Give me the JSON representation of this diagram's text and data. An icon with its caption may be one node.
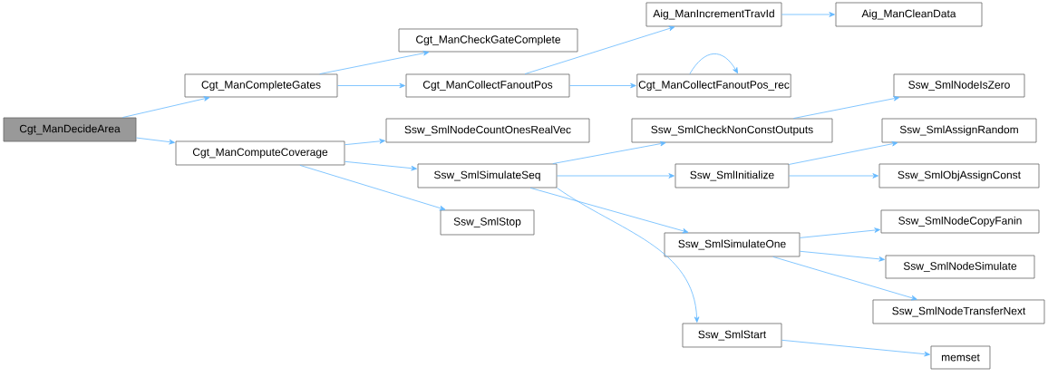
{
  "diagram": {
    "nodes": [
      {
        "text": [
          "Cgt_ManDecideArea"
        ]
      },
      {
        "text": [
          "Cgt_ManCompleteGates"
        ]
      },
      {
        "text": [
          "Cgt_ManComputeCoverage"
        ]
      },
      {
        "text": [
          "Cgt_ManCheckGateComplete"
        ]
      },
      {
        "text": [
          "Cgt_ManCollectFanoutPos"
        ]
      },
      {
        "text": [
          "Aig_ManIncrementTravId"
        ]
      },
      {
        "text": [
          "Aig_ManCleanData"
        ]
      },
      {
        "text": [
          "Cgt_ManCollectFanoutPos_rec"
        ]
      },
      {
        "text": [
          "Ssw_SmlNodeCountOnesRealVec"
        ]
      },
      {
        "text": [
          "Ssw_SmlSimulateSeq"
        ]
      },
      {
        "text": [
          "Ssw_SmlStop"
        ]
      },
      {
        "text": [
          "Ssw_SmlCheckNonConstOutputs"
        ]
      },
      {
        "text": [
          "Ssw_SmlNodeIsZero"
        ]
      },
      {
        "text": [
          "Ssw_SmlInitialize"
        ]
      },
      {
        "text": [
          "Ssw_SmlAssignRandom"
        ]
      },
      {
        "text": [
          "Ssw_SmlObjAssignConst"
        ]
      },
      {
        "text": [
          "Ssw_SmlSimulateOne"
        ]
      },
      {
        "text": [
          "Ssw_SmlNodeCopyFanin"
        ]
      },
      {
        "text": [
          "Ssw_SmlNodeSimulate"
        ]
      },
      {
        "text": [
          "Ssw_SmlNodeTransferNext"
        ]
      },
      {
        "text": [
          "Ssw_SmlStart"
        ]
      },
      {
        "text": [
          "memset"
        ]
      }
    ],
    "edges": [
      {
        "from": 0,
        "to": 1,
        "arrow": "to"
      },
      {
        "from": 0,
        "to": 2,
        "arrow": "to"
      },
      {
        "from": 1,
        "to": 3,
        "arrow": "to"
      },
      {
        "from": 1,
        "to": 4,
        "arrow": "to"
      },
      {
        "from": 4,
        "to": 5,
        "arrow": "to"
      },
      {
        "from": 4,
        "to": 7,
        "arrow": "to"
      },
      {
        "from": 5,
        "to": 6,
        "arrow": "to"
      },
      {
        "from": 7,
        "to": 7,
        "arrow": "to"
      },
      {
        "from": 2,
        "to": 8,
        "arrow": "to"
      },
      {
        "from": 2,
        "to": 9,
        "arrow": "to"
      },
      {
        "from": 2,
        "to": 10,
        "arrow": "to"
      },
      {
        "from": 9,
        "to": 11,
        "arrow": "to"
      },
      {
        "from": 9,
        "to": 13,
        "arrow": "to"
      },
      {
        "from": 9,
        "to": 16,
        "arrow": "to"
      },
      {
        "from": 9,
        "to": 20,
        "arrow": "to"
      },
      {
        "from": 11,
        "to": 12,
        "arrow": "to"
      },
      {
        "from": 13,
        "to": 14,
        "arrow": "to"
      },
      {
        "from": 13,
        "to": 15,
        "arrow": "to"
      },
      {
        "from": 16,
        "to": 17,
        "arrow": "to"
      },
      {
        "from": 16,
        "to": 18,
        "arrow": "to"
      },
      {
        "from": 16,
        "to": 19,
        "arrow": "to"
      },
      {
        "from": 20,
        "to": 21,
        "arrow": "to"
      }
    ]
  }
}
